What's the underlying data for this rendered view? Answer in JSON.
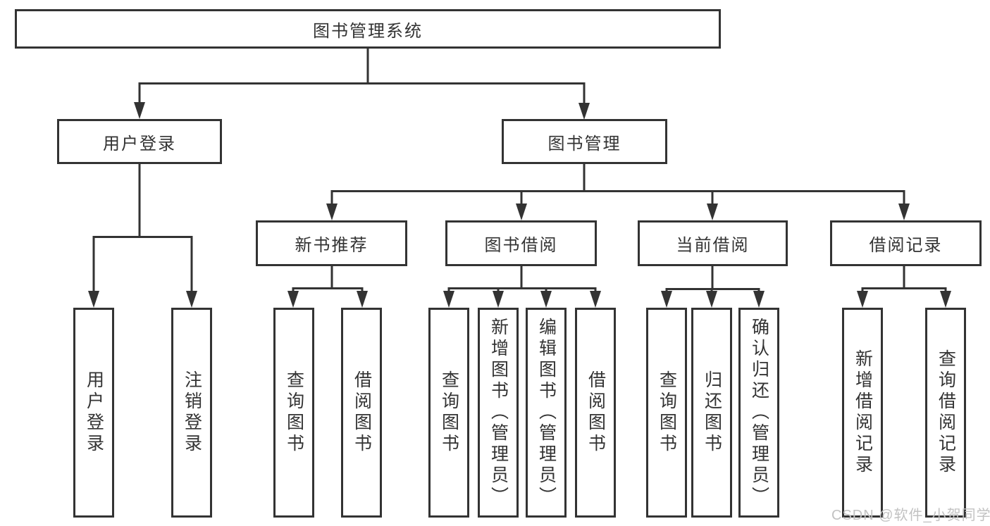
{
  "diagram": {
    "root": {
      "label": "图书管理系统"
    },
    "level1": [
      {
        "label": "用户登录"
      },
      {
        "label": "图书管理"
      }
    ],
    "level2": [
      {
        "label": "新书推荐"
      },
      {
        "label": "图书借阅"
      },
      {
        "label": "当前借阅"
      },
      {
        "label": "借阅记录"
      }
    ],
    "leaves": [
      {
        "label": "用户登录",
        "parent": "用户登录"
      },
      {
        "label": "注销登录",
        "parent": "用户登录"
      },
      {
        "label": "查询图书",
        "parent": "新书推荐"
      },
      {
        "label": "借阅图书",
        "parent": "新书推荐"
      },
      {
        "label": "查询图书",
        "parent": "图书借阅"
      },
      {
        "label": "新增图书（管理员）",
        "parent": "图书借阅"
      },
      {
        "label": "编辑图书（管理员）",
        "parent": "图书借阅"
      },
      {
        "label": "借阅图书",
        "parent": "图书借阅"
      },
      {
        "label": "查询图书",
        "parent": "当前借阅"
      },
      {
        "label": "归还图书",
        "parent": "当前借阅"
      },
      {
        "label": "确认归还（管理员）",
        "parent": "当前借阅"
      },
      {
        "label": "新增借阅记录",
        "parent": "借阅记录"
      },
      {
        "label": "查询借阅记录",
        "parent": "借阅记录"
      }
    ]
  },
  "watermark": {
    "text": "CSDN @软件_小贺同学"
  },
  "colors": {
    "line": "#333333",
    "text": "#333333",
    "watermark_text": "#c2c2c2",
    "background": "#ffffff"
  }
}
